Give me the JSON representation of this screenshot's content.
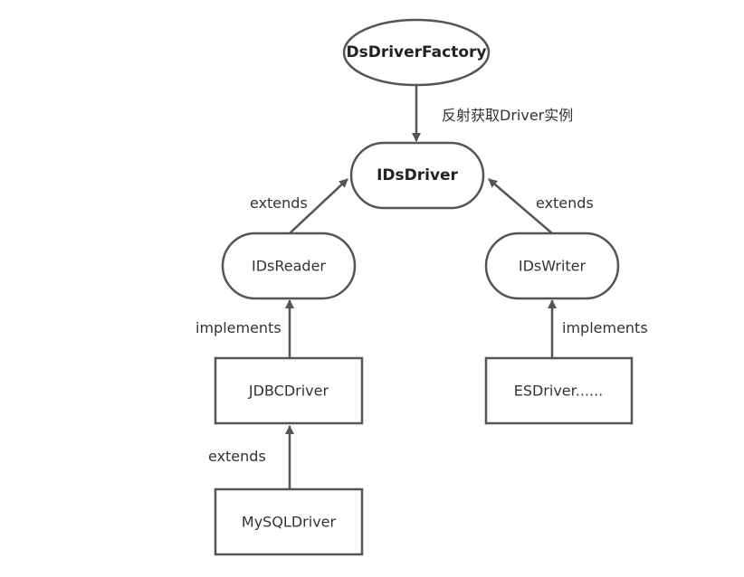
{
  "nodes": {
    "factory": {
      "label": "DsDriverFactory"
    },
    "idsdriver": {
      "label": "IDsDriver"
    },
    "idsreader": {
      "label": "IDsReader"
    },
    "idswriter": {
      "label": "IDsWriter"
    },
    "jdbcdriver": {
      "label": "JDBCDriver"
    },
    "esdriver": {
      "label": "ESDriver......"
    },
    "mysqldriver": {
      "label": "MySQLDriver"
    }
  },
  "edges": {
    "factory_to_idsdriver": {
      "label": "反射获取Driver实例"
    },
    "reader_to_idsdriver": {
      "label": "extends"
    },
    "writer_to_idsdriver": {
      "label": "extends"
    },
    "jdbc_to_reader": {
      "label": "implements"
    },
    "es_to_writer": {
      "label": "implements"
    },
    "mysql_to_jdbc": {
      "label": "extends"
    }
  },
  "colors": {
    "stroke": "#555555",
    "text": "#333333",
    "background": "#ffffff"
  }
}
